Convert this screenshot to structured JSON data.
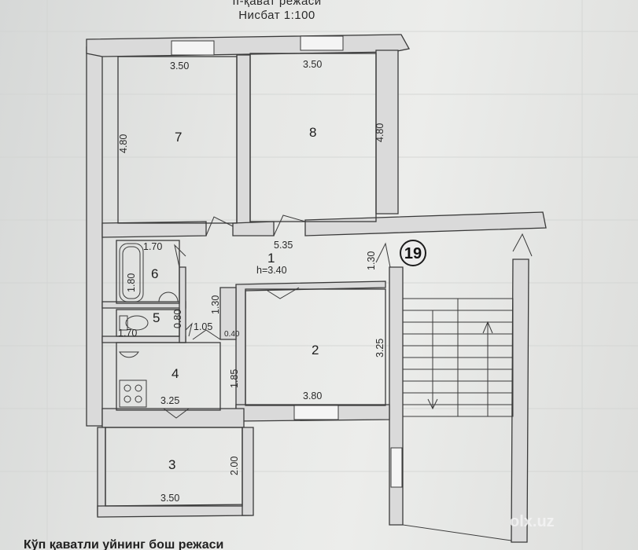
{
  "header": {
    "floor_label": "II-қават режаси",
    "scale": "Нисбат 1:100"
  },
  "footer": {
    "caption": "Кўп қаватли уйнинг бош режаси"
  },
  "apartment_number": "19",
  "watermark": "olx.uz",
  "rooms": [
    {
      "id": "1",
      "label": "1",
      "height": "h=3.40"
    },
    {
      "id": "2",
      "label": "2"
    },
    {
      "id": "3",
      "label": "3"
    },
    {
      "id": "4",
      "label": "4"
    },
    {
      "id": "5",
      "label": "5"
    },
    {
      "id": "6",
      "label": "6"
    },
    {
      "id": "7",
      "label": "7"
    },
    {
      "id": "8",
      "label": "8"
    }
  ],
  "dimensions": {
    "room7_width": "3.50",
    "room7_depth": "4.80",
    "room8_width": "3.50",
    "room8_depth": "4.80",
    "corridor_length": "5.35",
    "corridor_width": "1.30",
    "room6_width": "1.70",
    "room6_depth": "1.80",
    "room5_width": "1.70",
    "room5_depth": "0.80",
    "passage_width": "1.05",
    "passage_depth": "1.30",
    "post_width": "0.40",
    "room4_width": "3.25",
    "room4_depth": "1.85",
    "room2_width": "3.80",
    "room2_depth": "3.25",
    "room3_width": "3.50",
    "room3_depth": "2.00"
  }
}
